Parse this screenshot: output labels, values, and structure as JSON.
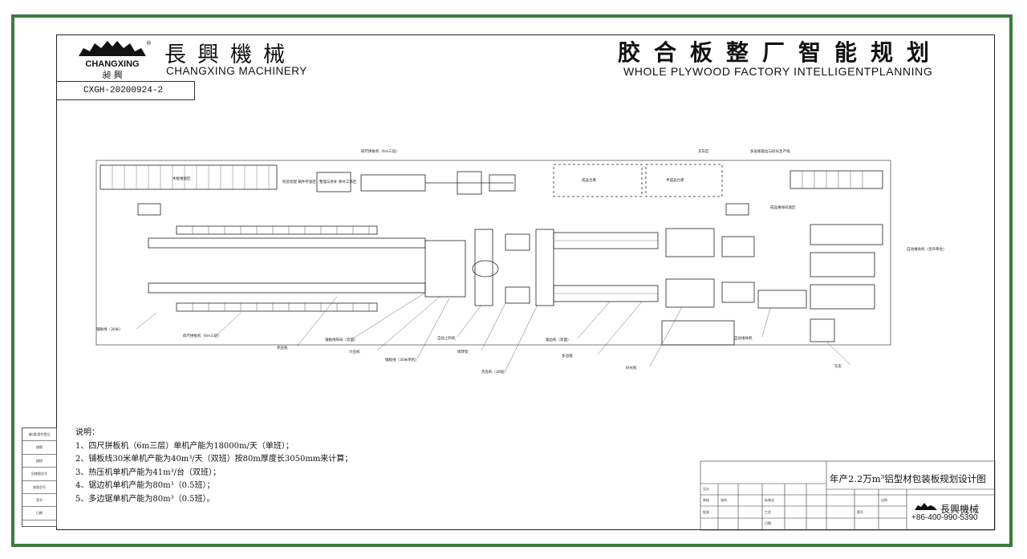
{
  "header": {
    "logo_text": "CHANGXING",
    "logo_sub": "昶 興",
    "brand_cn": "長興機械",
    "brand_en": "CHANGXING MACHINERY",
    "title_cn": "胶合板整厂智能规划",
    "title_en": "WHOLE PLYWOOD FACTORY INTELLIGENTPLANNING",
    "drawing_no": "CXGH-20200924-2"
  },
  "notes": {
    "heading": "说明：",
    "items": [
      "1、四尺拼板机（6m三层）单机产能为18000m/天（单班）；",
      "2、铺板线30米单机产能为40m³/天（双班）按80m厚度长3050mm来计算；",
      "3、热压机单机产能为41m³/台（双班）；",
      "4、锯边机单机产能为80m³（0.5班）；",
      "5、多边锯单机产能为80m³（0.5班）。"
    ]
  },
  "title_block": {
    "title": "年产2.2万m³铝型材包装板规划设计图",
    "company": "長興機械",
    "phone": "+86-400-990-5390",
    "cells": [
      "设计",
      "张伟",
      "审核",
      "批准",
      "标准化",
      "工艺",
      "日期",
      "比例",
      "图号"
    ]
  },
  "side_table": {
    "cells": [
      "借(通)用件登记",
      "描图",
      "描校",
      "旧底图总号",
      "底图总号",
      "签字",
      "日期"
    ]
  },
  "diagram_labels": {
    "top_left_area": "木板堆放区",
    "inspect_area": "检验装配 箱件存放区",
    "repair_area": "整理与修补 修补工作区",
    "four_ft_machine": "四尺拼板机（6m三层）",
    "mid_area_1": "成品仓库",
    "mid_area_2": "半成品仓库",
    "right_label_1": "叉车区",
    "right_label_2": "多层板锯边与砂光生产线",
    "right_label_3": "成品堆垛码放区",
    "right_side": "自动堆垛机（含升降台）",
    "callout_1": "铺板线（30米）",
    "callout_2": "四尺拼板机（6m三层）",
    "callout_3": "热压机",
    "callout_4": "铺板线布局（双面）",
    "callout_5": "冷压机",
    "callout_6": "铺板线（30米单机）",
    "callout_7": "自动上料机",
    "callout_8": "周转架",
    "callout_9": "热压机（30层）",
    "callout_10": "锯边机（双面）",
    "callout_11": "多边锯",
    "callout_12": "砂光机",
    "callout_13": "自动堆垛机",
    "callout_14": "叉车"
  }
}
